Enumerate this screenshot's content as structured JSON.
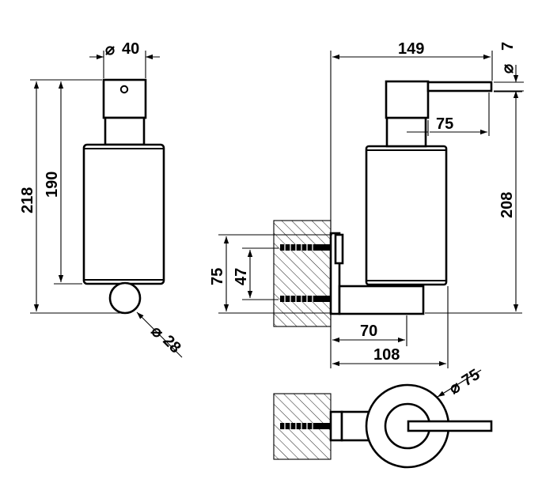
{
  "dimensions": {
    "diameter_symbol": "⌀",
    "front_top_diameter": "40",
    "front_total_height": "218",
    "front_body_height": "190",
    "front_knob_diameter": "28",
    "side_total_projection": "149",
    "side_nozzle_diameter": "7",
    "side_nozzle_length": "75",
    "side_height": "208",
    "side_bracket_spacing_outer": "75",
    "side_bracket_spacing_inner": "47",
    "side_base_depth": "70",
    "side_total_depth": "108",
    "top_ring_diameter": "75"
  },
  "colors": {
    "line": "#000000",
    "background": "#ffffff"
  }
}
